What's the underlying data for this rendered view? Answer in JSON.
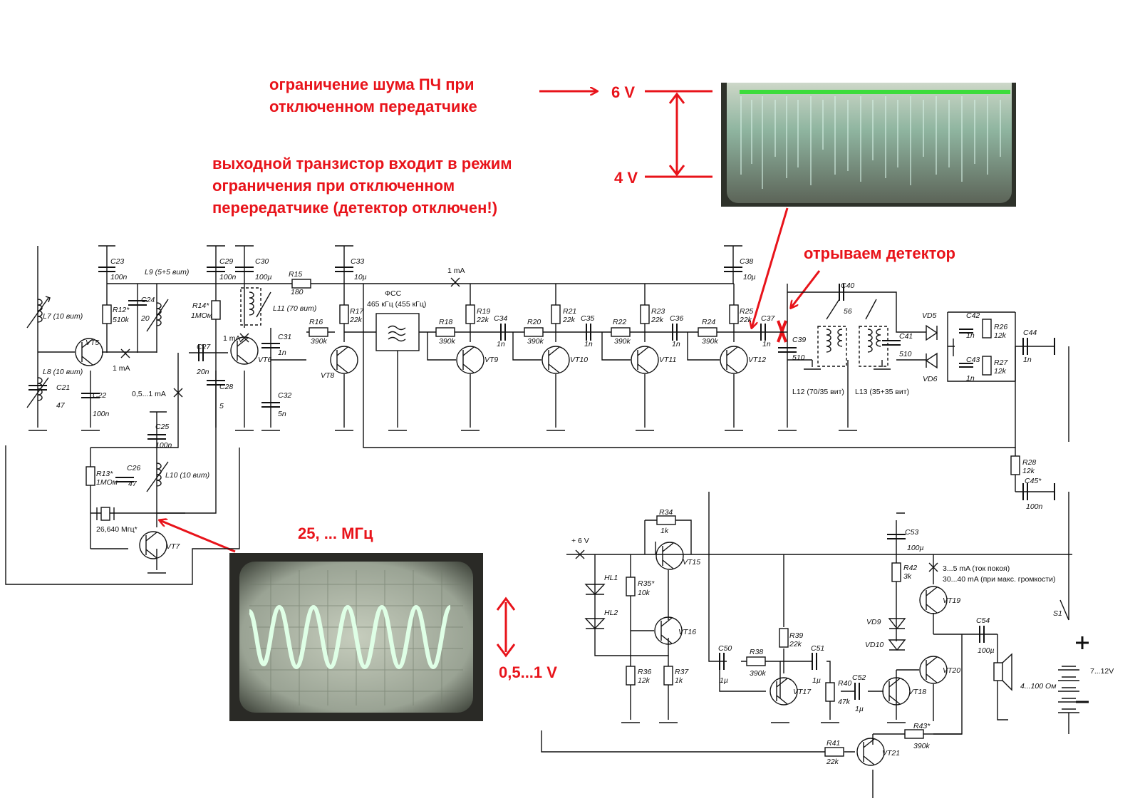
{
  "annotations": {
    "if_noise_line1": "ограничение шума ПЧ при",
    "if_noise_line2": "отключенном передатчике",
    "output_line1": "выходной транзистор входит в режим",
    "output_line2": "ограничения при отключенном",
    "output_line3": "перередатчике (детектор отключен!)",
    "detach_detector": "отрываем детектор",
    "freq": "25, ... МГц",
    "amp": "0,5...1 V",
    "v6": "6 V",
    "v4": "4 V"
  },
  "components": {
    "C23": "C23",
    "C23v": "100n",
    "L9": "L9 (5+5 вит)",
    "C29": "C29",
    "C29v": "100n",
    "C30": "C30",
    "C30v": "100µ",
    "R15": "R15",
    "R15v": "180",
    "C33": "C33",
    "C33v": "10µ",
    "ima": "1 mA",
    "C38": "C38",
    "C38v": "10µ",
    "L7": "L7 (10 вит)",
    "R12": "R12*",
    "R12v": "510k",
    "C24": "C24",
    "C24v": "20",
    "R14": "R14*",
    "R14v": "1MОм",
    "L11": "L11 (70 вит)",
    "R17": "R17",
    "R17v": "22k",
    "FSS": "ФСС",
    "FSSv": "465 кГц (455 кГц)",
    "R19": "R19",
    "R19v": "22k",
    "R21": "R21",
    "R21v": "22k",
    "R23": "R23",
    "R23v": "22k",
    "R25": "R25",
    "R25v": "22k",
    "C40": "C40",
    "C40v": "56",
    "VD5": "VD5",
    "C42": "C42",
    "C42v": "1n",
    "R26": "R26",
    "R26v": "12k",
    "C44": "C44",
    "C44v": "1n",
    "R16": "R16",
    "R16v": "390k",
    "R18": "R18",
    "R18v": "390k",
    "C34": "C34",
    "C34v": "1n",
    "R20": "R20",
    "R20v": "390k",
    "C35": "C35",
    "C35v": "1n",
    "R22": "R22",
    "R22v": "390k",
    "C36": "C36",
    "C36v": "1n",
    "R24": "R24",
    "R24v": "390k",
    "C37": "C37",
    "C37v": "1n",
    "C39": "C39",
    "C39v": "510",
    "C41": "C41",
    "C41v": "510",
    "VT5": "VT5",
    "VT6": "VT6",
    "VT8": "VT8",
    "VT9": "VT9",
    "VT10": "VT10",
    "VT11": "VT11",
    "VT12": "VT12",
    "C27": "C27",
    "C27v": "20n",
    "C31": "C31",
    "C31v": "1n",
    "ima2": "1 mA",
    "ima3": "1 mA",
    "L8": "L8 (10 вит)",
    "C21": "C21",
    "C21v": "47",
    "C22": "C22",
    "C22v": "100n",
    "range": "0,5...1 mA",
    "C28": "C28",
    "C28v": "5",
    "C32": "C32",
    "C32v": "5n",
    "VD6": "VD6",
    "C43": "C43",
    "C43v": "1n",
    "R27": "R27",
    "R27v": "12k",
    "L12": "L12 (70/35 вит)",
    "L13": "L13 (35+35 вит)",
    "C25": "C25",
    "C25v": "100n",
    "R13": "R13*",
    "R13v": "1MОм",
    "C26": "C26",
    "C26v": "47",
    "L10": "L10 (10 вит)",
    "R28": "R28",
    "R28v": "12k",
    "C45": "C45*",
    "C45v": "100n",
    "crystal": "26,640 Мгц*",
    "VT7": "VT7",
    "R34": "R34",
    "R34v": "1k",
    "C53": "C53",
    "C53v": "100µ",
    "plus6": "+ 6 V",
    "VT15": "VT15",
    "R42": "R42",
    "R42v": "3k",
    "iq1": "3...5 mA (ток покоя)",
    "iq2": "30...40 mA (при макс. громкости)",
    "HL1": "HL1",
    "HL2": "HL2",
    "R35": "R35*",
    "R35v": "10k",
    "VT16": "VT16",
    "VT19": "VT19",
    "S1": "S1",
    "VD9": "VD9",
    "VD10": "VD10",
    "R39": "R39",
    "R39v": "22k",
    "C54": "C54",
    "C54v": "100µ",
    "C50": "C50",
    "C50v": "1µ",
    "R38": "R38",
    "R38v": "390k",
    "C51": "C51",
    "C51v": "1µ",
    "VT20": "VT20",
    "battery": "7...12V",
    "R36": "R36",
    "R36v": "12k",
    "R37": "R37",
    "R37v": "1k",
    "VT17": "VT17",
    "R40": "R40",
    "R40v": "47k",
    "C52": "C52",
    "C52v": "1µ",
    "VT18": "VT18",
    "speaker": "4...100 Ом",
    "R43": "R43*",
    "R43v": "390k",
    "R41": "R41",
    "R41v": "22k",
    "VT21": "VT21"
  },
  "colors": {
    "annotation": "#e8131a",
    "trace_green": "#3cdc3c",
    "scope_bg": "#8a9386",
    "wire": "#111111"
  }
}
